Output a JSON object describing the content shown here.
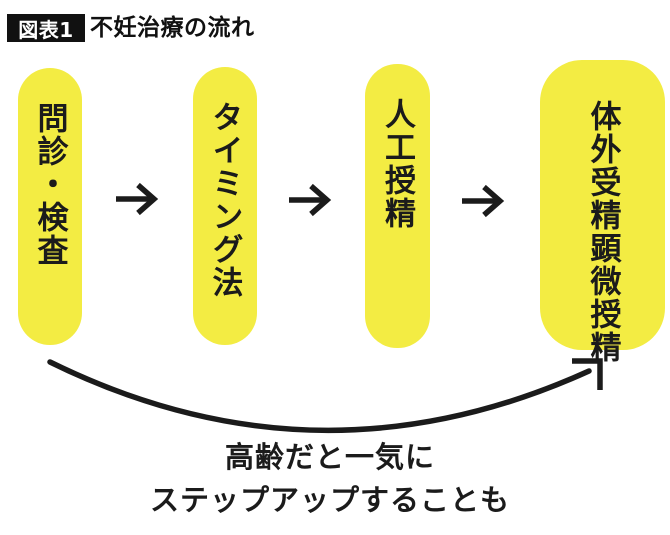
{
  "header": {
    "badge": "図表1",
    "title": "不妊治療の流れ"
  },
  "flow": {
    "steps": [
      {
        "label": "問診・検査"
      },
      {
        "label": "タイミング法"
      },
      {
        "label": "人工授精"
      },
      {
        "label": "体外受精",
        "label2": "顕微授精"
      }
    ],
    "arrow_glyph": "→"
  },
  "annotation": {
    "line1": "高齢だと一気に",
    "line2": "ステップアップすることも"
  },
  "colors": {
    "box_yellow": "#F3EC43",
    "ink_black": "#1b1b1b",
    "badge_bg": "#111111",
    "badge_text": "#ffffff"
  }
}
